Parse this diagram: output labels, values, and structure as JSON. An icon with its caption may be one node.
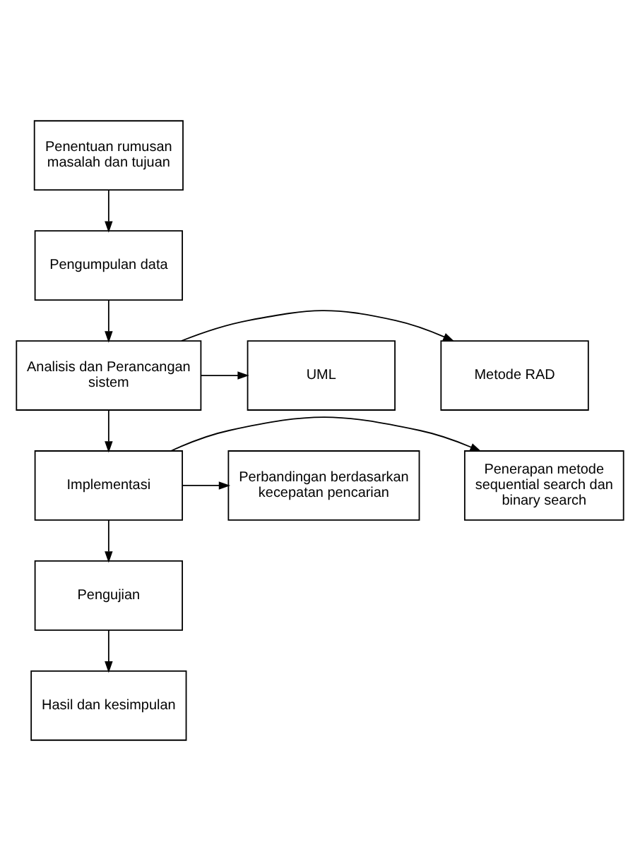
{
  "diagram": {
    "nodes": [
      {
        "text": [
          "Penentuan rumusan masalah dan tujuan"
        ]
      },
      {
        "text": [
          "Pengumpulan data"
        ]
      },
      {
        "text": [
          "Metode RAD"
        ]
      },
      {
        "text": [
          "Analisis dan Perancangan sistem"
        ]
      },
      {
        "text": [
          "UML"
        ]
      },
      {
        "text": [
          "Penerapan metode sequential search dan binary search"
        ]
      },
      {
        "text": [
          "Implementasi"
        ]
      },
      {
        "text": [
          "Perbandingan berdasarkan kecepatan pencarian"
        ]
      },
      {
        "text": [
          "Pengujian"
        ]
      },
      {
        "text": [
          "Hasil dan kesimpulan"
        ]
      }
    ],
    "edges": [
      {
        "from": 0,
        "to": 1,
        "arrow": "to"
      },
      {
        "from": 1,
        "to": 3,
        "arrow": "to"
      },
      {
        "from": 3,
        "to": 2,
        "arrow": "to"
      },
      {
        "from": 3,
        "to": 4,
        "arrow": "to"
      },
      {
        "from": 3,
        "to": 6,
        "arrow": "to"
      },
      {
        "from": 6,
        "to": 5,
        "arrow": "to"
      },
      {
        "from": 6,
        "to": 7,
        "arrow": "to"
      },
      {
        "from": 6,
        "to": 8,
        "arrow": "to"
      },
      {
        "from": 8,
        "to": 9,
        "arrow": "to"
      }
    ]
  }
}
